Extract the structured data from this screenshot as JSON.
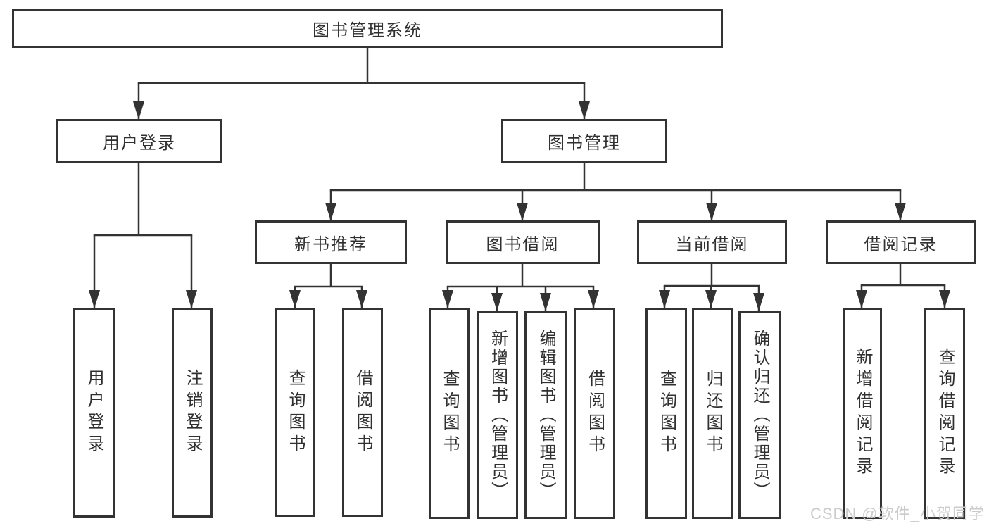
{
  "diagram": {
    "root": "图书管理系统",
    "branches": [
      {
        "label": "用户登录",
        "children": [
          "用户登录",
          "注销登录"
        ]
      },
      {
        "label": "图书管理",
        "children": [
          {
            "label": "新书推荐",
            "children": [
              "查询图书",
              "借阅图书"
            ]
          },
          {
            "label": "图书借阅",
            "children": [
              "查询图书",
              "新增图书（管理员）",
              "编辑图书（管理员）",
              "借阅图书"
            ]
          },
          {
            "label": "当前借阅",
            "children": [
              "查询图书",
              "归还图书",
              "确认归还（管理员）"
            ]
          },
          {
            "label": "借阅记录",
            "children": [
              "新增借阅记录",
              "查询借阅记录"
            ]
          }
        ]
      }
    ]
  },
  "watermark": "CSDN @软件_小贺同学",
  "colors": {
    "line": "#333333",
    "text": "#303030",
    "background": "#ffffff",
    "watermark": "#cbcbcb"
  }
}
